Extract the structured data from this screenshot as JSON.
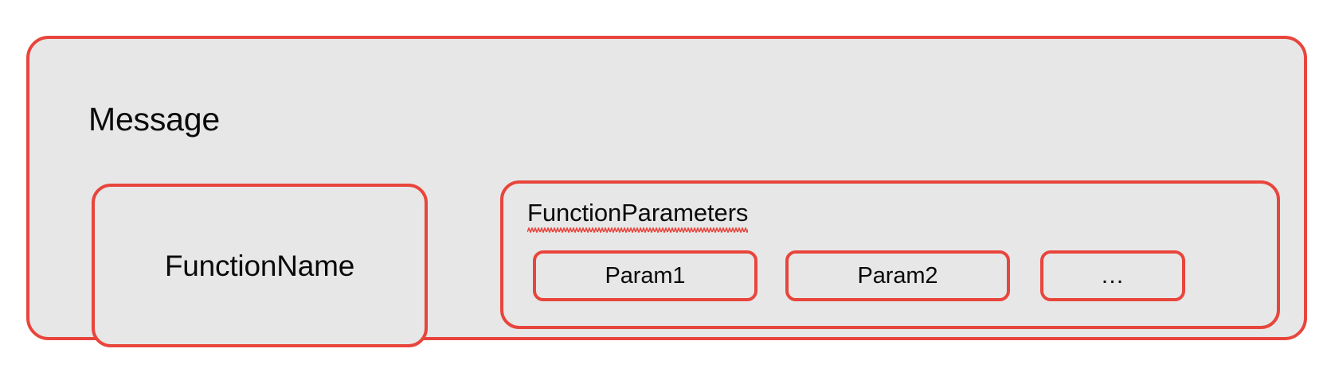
{
  "diagram": {
    "title": "Message",
    "type": "nested-box-diagram",
    "colors": {
      "border": "#e8453c",
      "fill": "#e7e7e7",
      "text": "#0a0a0a",
      "page_background": "#ffffff",
      "spellcheck_underline": "#e8453c"
    },
    "message": {
      "label": "Message",
      "function_name": {
        "label": "FunctionName"
      },
      "function_parameters": {
        "label": "FunctionParameters",
        "has_spellcheck_underline": true,
        "params": [
          {
            "label": "Param1"
          },
          {
            "label": "Param2"
          },
          {
            "label": "…"
          }
        ]
      }
    }
  }
}
